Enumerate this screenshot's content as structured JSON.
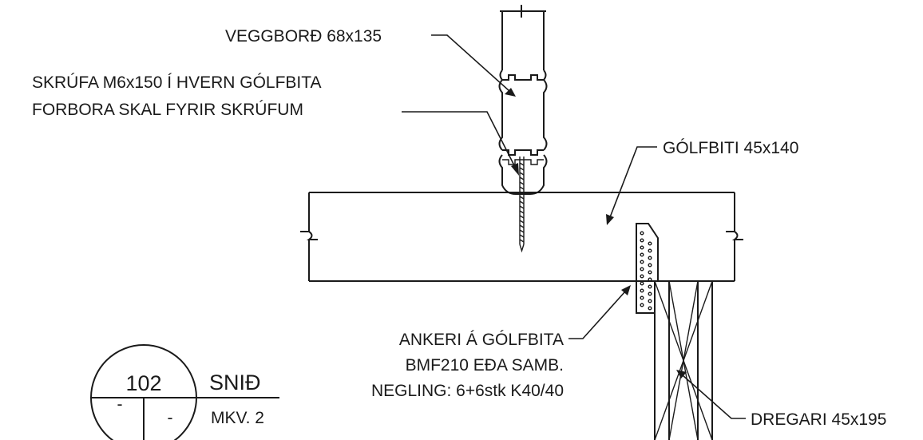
{
  "labels": {
    "wall_board": "VEGGBORÐ 68x135",
    "screw_line1": "SKRÚFA M6x150 Í HVERN GÓLFBITA",
    "screw_line2": "FORBORA SKAL FYRIR SKRÚFUM",
    "floor_joist": "GÓLFBITI 45x140",
    "anchor_line1": "ANKERI Á GÓLFBITA",
    "anchor_line2": "BMF210 EÐA SAMB.",
    "anchor_line3": "NEGLING: 6+6stk K40/40",
    "beam": "DREGARI 45x195"
  },
  "title_block": {
    "number": "102",
    "sheet_left": "-",
    "sheet_right": "-",
    "title": "SNIÐ",
    "scale": "MKV. 2"
  }
}
